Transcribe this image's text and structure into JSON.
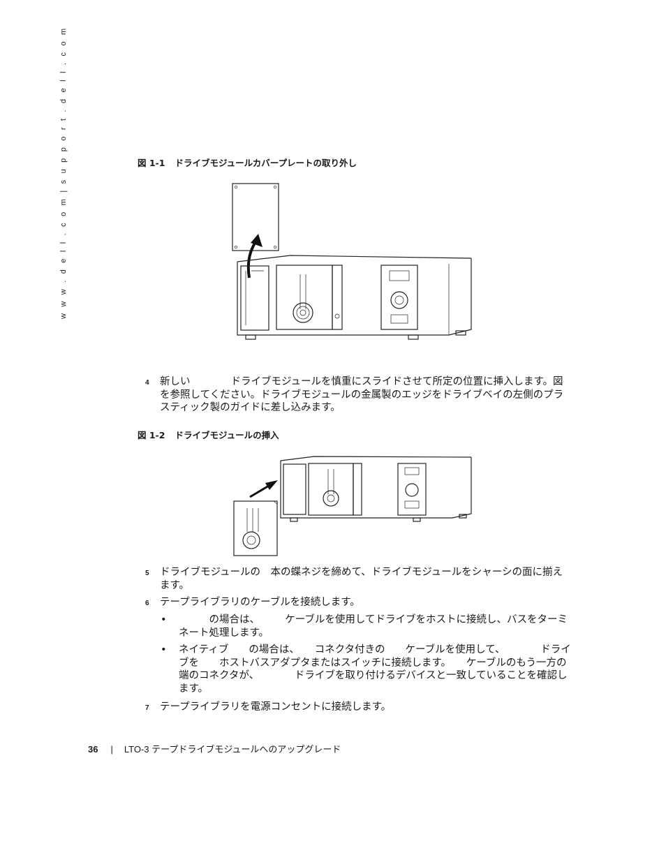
{
  "side_url": "w w w . d e l l . c o m | s u p p o r t . d e l l . c o m",
  "figure1": {
    "number": "図 1-1",
    "title": "ドライブモジュールカバープレートの取り外し"
  },
  "figure2": {
    "number": "図 1-2",
    "title": "ドライブモジュールの挿入"
  },
  "steps": [
    {
      "num": "4",
      "text": "新しい　　　　ドライブモジュールを慎重にスライドさせて所定の位置に挿入します。図　　を参照してください。ドライブモジュールの金属製のエッジをドライブベイの左側のプラスティック製のガイドに差し込みます。"
    },
    {
      "num": "5",
      "text": "ドライブモジュールの　本の蝶ネジを締めて、ドライブモジュールをシャーシの面に揃えます。"
    },
    {
      "num": "6",
      "text": "テープライブラリのケーブルを接続します。"
    },
    {
      "num": "7",
      "text": "テープライブラリを電源コンセントに接続します。"
    }
  ],
  "bullets": [
    {
      "mark": "•",
      "text": "　　　の場合は、　　　ケーブルを使用してドライブをホストに接続し、バスをターミネート処理します。"
    },
    {
      "mark": "•",
      "text": "ネイティブ　　の場合は、　　コネクタ付きの　　ケーブルを使用して、　　　　ドライブを　　ホストバスアダプタまたはスイッチに接続します。　　ケーブルのもう一方の端のコネクタが、　　　　ドライブを取り付けるデバイスと一致していることを確認します。"
    }
  ],
  "footer": {
    "page": "36",
    "separator": "|",
    "title": "LTO-3 テープドライブモジュールへのアップグレード"
  }
}
